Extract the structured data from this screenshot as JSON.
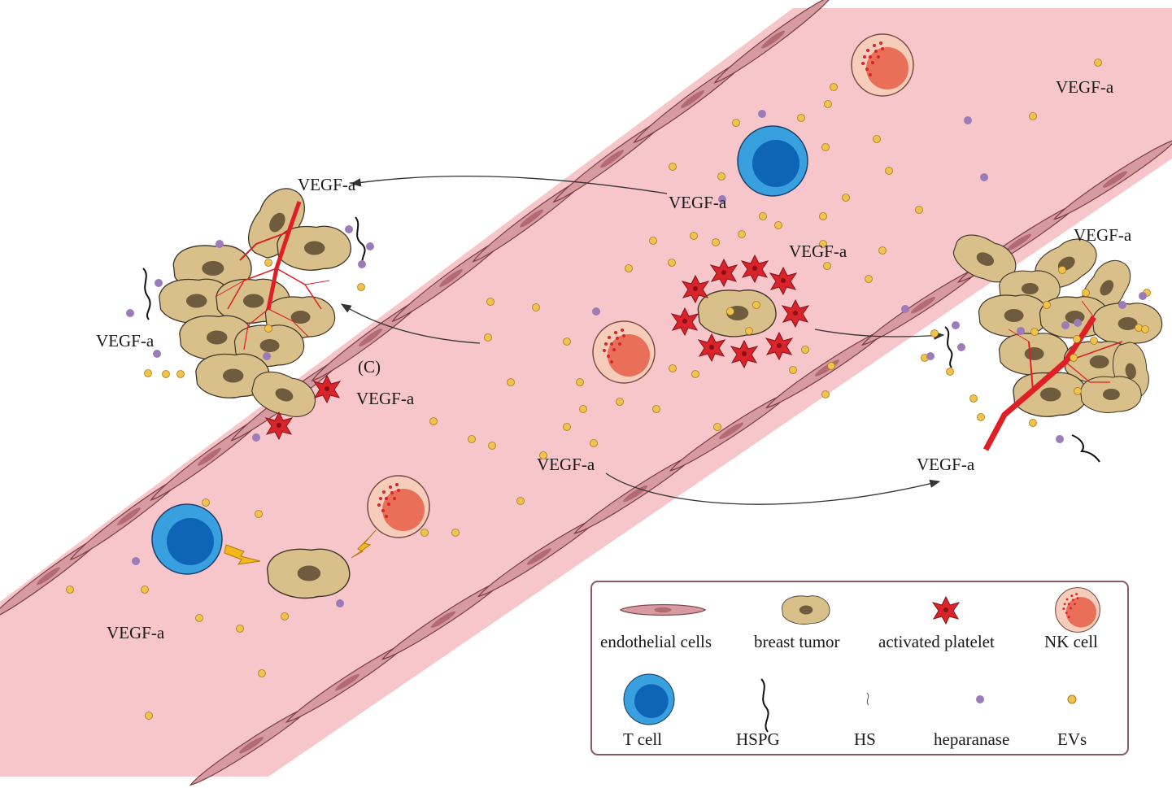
{
  "labels": {
    "vegf_top_right": "VEGF-a",
    "vegf_arrow_left_end": "VEGF-a",
    "vegf_arrow_left_start": "VEGF-a",
    "vegf_center": "VEGF-a",
    "vegf_right_tumor": "VEGF-a",
    "vegf_left_tumor": "VEGF-a",
    "c_marker": "(C)",
    "vegf_near_c": "VEGF-a",
    "vegf_bottom_center": "VEGF-a",
    "vegf_bottom_right": "VEGF-a",
    "vegf_bottom_left": "VEGF-a"
  },
  "legend": {
    "endothelial": "endothelial cells",
    "tumor": "breast tumor",
    "platelet": "activated platelet",
    "nk": "NK cell",
    "tcell": "T cell",
    "hspg": "HSPG",
    "hs": "HS",
    "heparanase": "heparanase",
    "evs": "EVs"
  },
  "colors": {
    "vessel": "#f7c6cb",
    "endothelial": "#d79aa0",
    "tumor": "#d9c08a",
    "nucleus": "#6f5b3e",
    "platelet": "#d8242a",
    "nk_outer": "#f6cdbb",
    "nk_inner": "#ea6f59",
    "tcell_outer": "#39a0e0",
    "tcell_inner": "#0f65b5",
    "heparanase": "#9b7bb8",
    "evs": "#f1c24d",
    "blood_vessel": "#e01e26"
  }
}
